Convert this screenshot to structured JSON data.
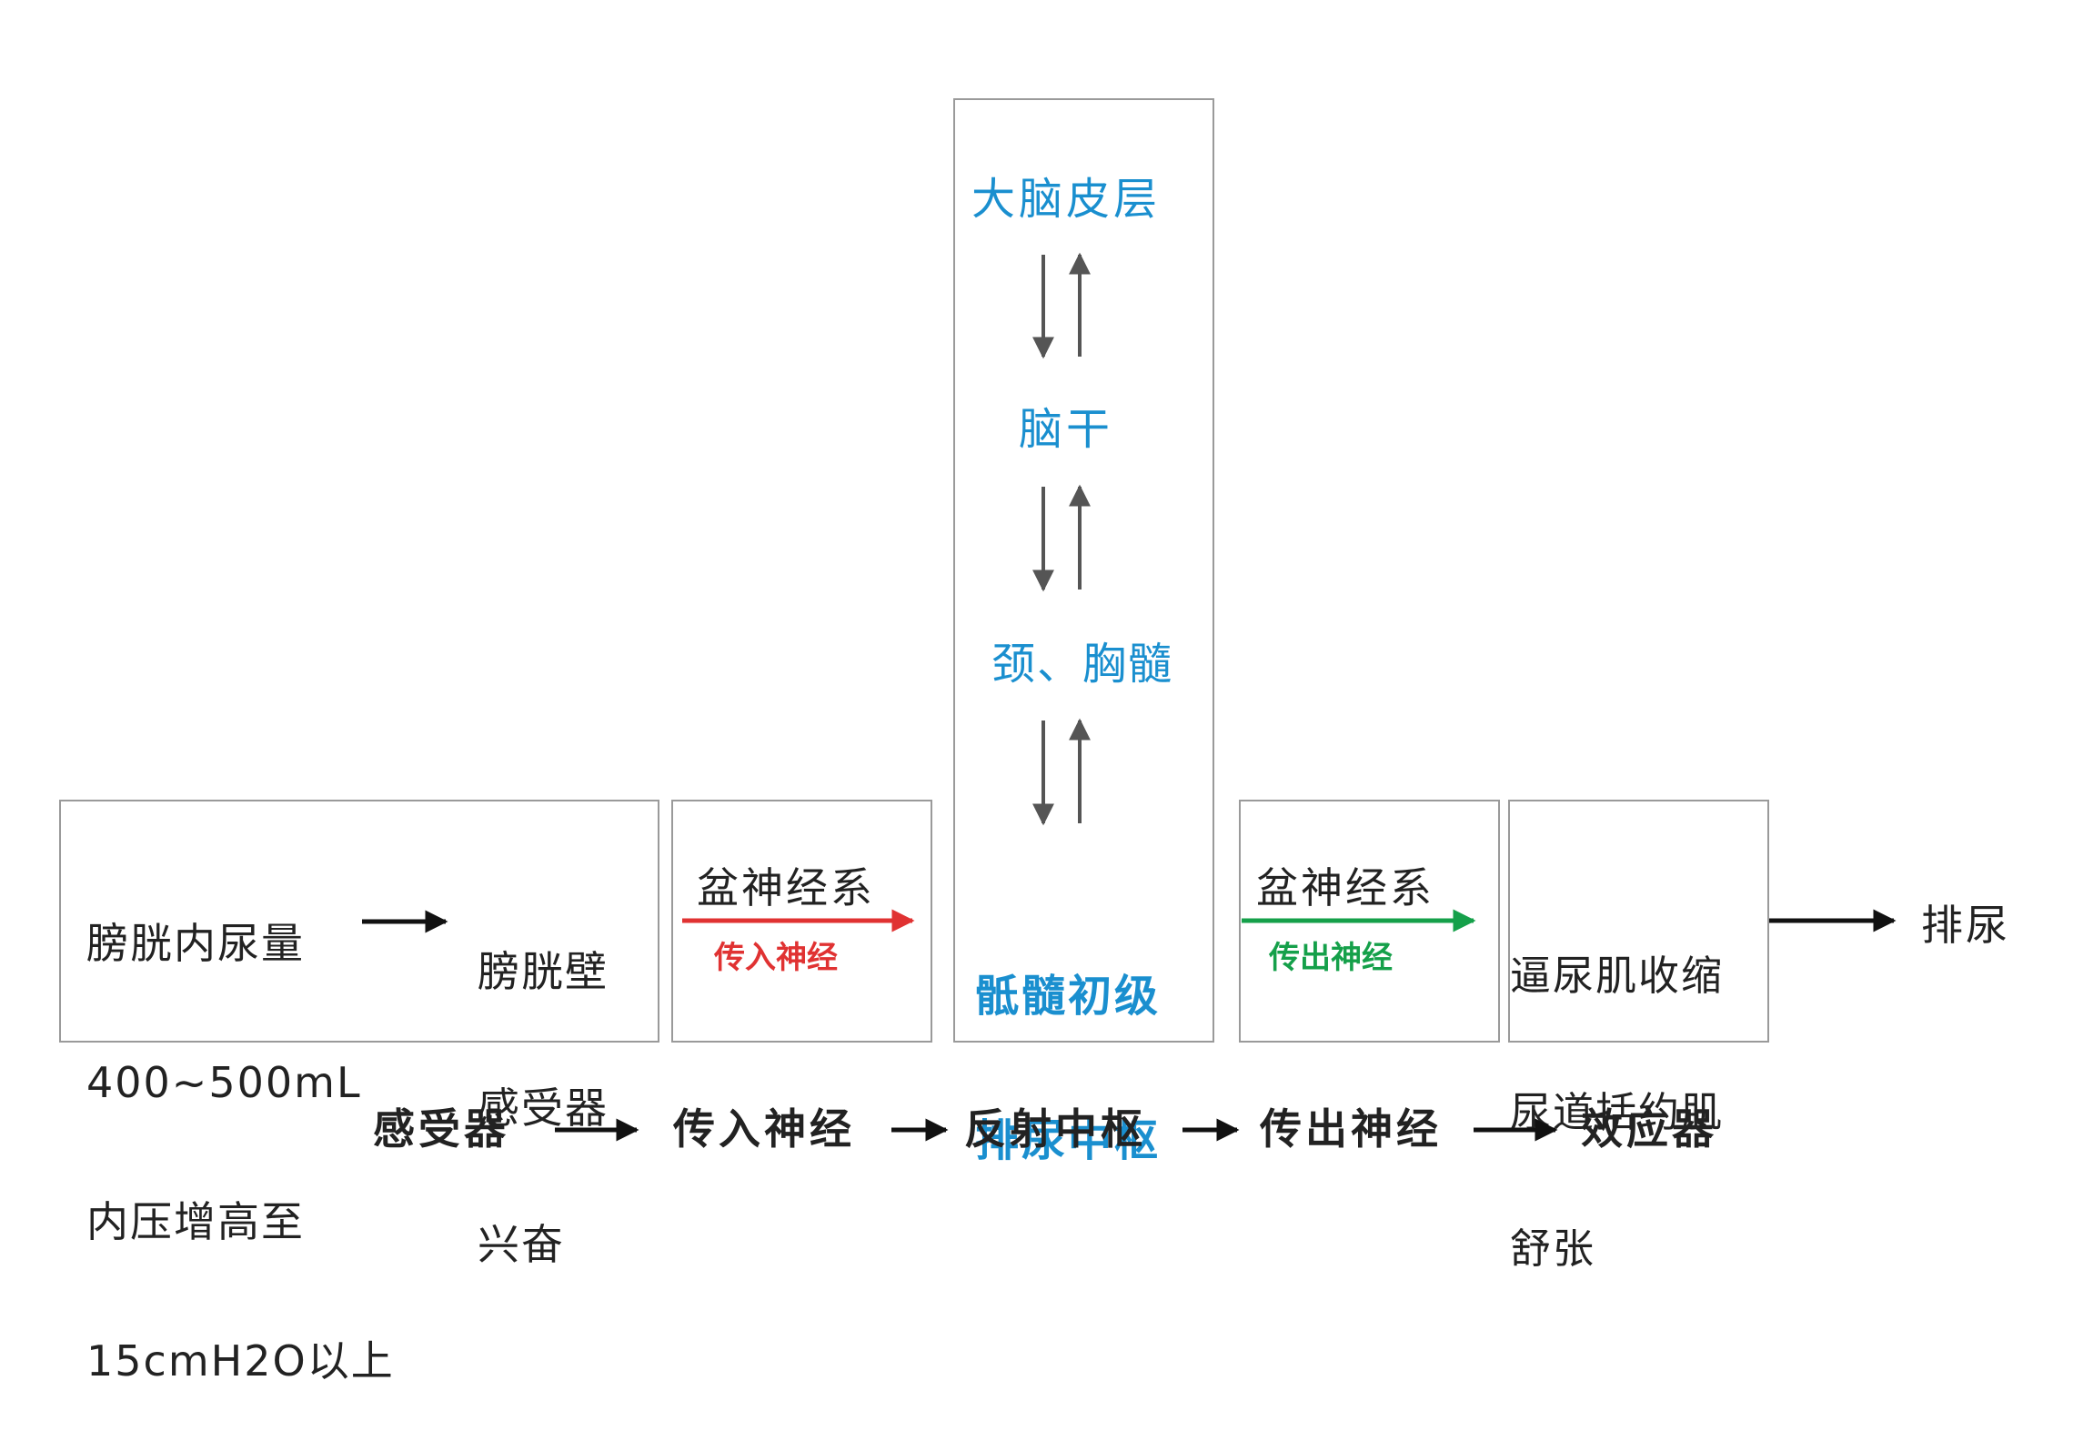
{
  "boxes": {
    "receptor": {
      "left_lines": [
        "膀胱内尿量",
        "400~500mL",
        "内压增高至",
        "15cmH2O以上"
      ],
      "right_lines": [
        "膀胱壁",
        "感受器",
        "兴奋"
      ]
    },
    "afferent": {
      "name": "盆神经系",
      "arrow_label": "传入神经"
    },
    "center": {
      "levels": [
        "大脑皮层",
        "脑干",
        "颈、胸髓"
      ],
      "bottom_lines": [
        "骶髓初级",
        "排尿中枢"
      ]
    },
    "efferent": {
      "name": "盆神经系",
      "arrow_label": "传出神经"
    },
    "effector": {
      "lines": [
        "逼尿肌收缩",
        "尿道括约肌",
        "舒张"
      ]
    },
    "outcome": "排尿"
  },
  "reflex_chain": [
    "感受器",
    "传入神经",
    "反射中枢",
    "传出神经",
    "效应器"
  ],
  "colors": {
    "center_text": "#1a8fcf",
    "afferent_arrow": "#e03232",
    "efferent_arrow": "#15a04a",
    "vertical_arrows": "#555555",
    "black_arrows": "#111111",
    "box_border": "#9a9a9a"
  }
}
